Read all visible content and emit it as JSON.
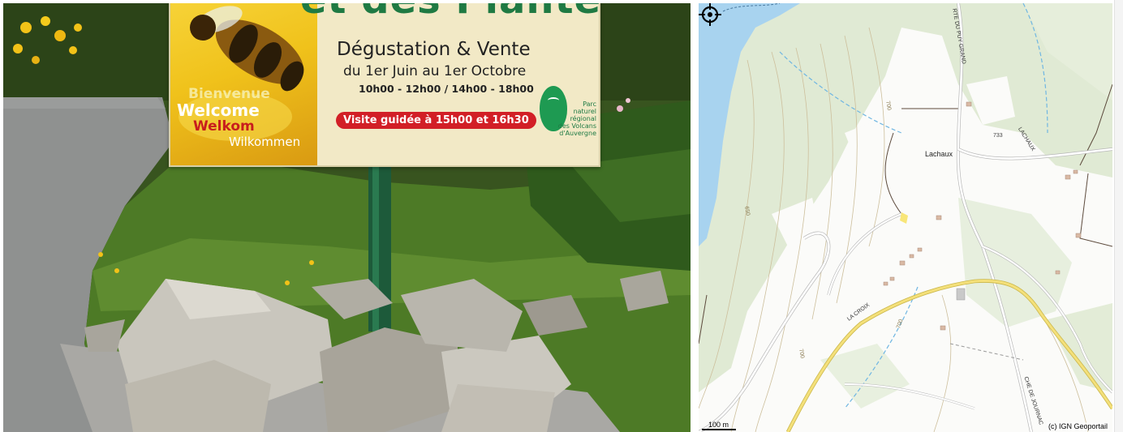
{
  "photo": {
    "alt": "Roadside sign in front of rocks and vegetation",
    "sign": {
      "title": "et des Plantes",
      "headline": "Dégustation & Vente",
      "dates": "du 1er Juin au 1er Octobre",
      "hours": "10h00 - 12h00 / 14h00 - 18h00",
      "tour": "Visite guidée à 15h00 et 16h30",
      "greetings": [
        "Bienvenue",
        "Welcome",
        "Welkom",
        "Wilkommen"
      ],
      "park_lines": [
        "Parc",
        "naturel",
        "régional",
        "des Volcans",
        "d'Auvergne"
      ]
    },
    "colors": {
      "sign_green": "#1f7a43",
      "tour_red": "#d21f26",
      "sign_yellow": "#f0c21b"
    }
  },
  "map": {
    "village_label": "Lachaux",
    "altitude_label": "733",
    "road_labels": {
      "lachaux": "LACHAUX",
      "la_croix": "LA CROIX",
      "chemin": "CHE DE JOURNAC",
      "top": "RTE DU PUY GRAND"
    },
    "contour_labels": [
      "700",
      "650",
      "700",
      "700"
    ],
    "scale_label": "100 m",
    "attribution": "(c) IGN Geoportail",
    "compass_icon": "compass-icon",
    "colors": {
      "water": "#a8d3ef",
      "forest": "#dfe9d3",
      "road_main": "#f4e07a"
    }
  }
}
